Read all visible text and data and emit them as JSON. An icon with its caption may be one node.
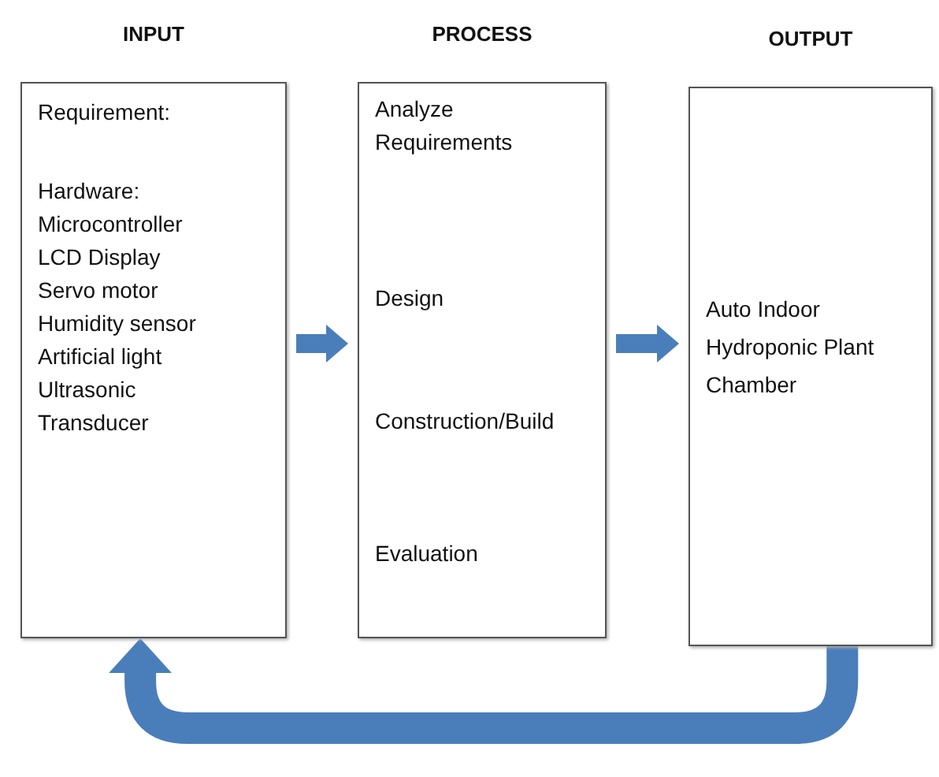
{
  "diagram": {
    "nodes": [
      {
        "text": [
          "INPUT",
          "Requirement:",
          "Hardware:",
          "Microcontroller",
          "LCD Display",
          "Servo motor",
          "Humidity sensor",
          "Artificial light",
          "Ultrasonic",
          "Transducer"
        ]
      },
      {
        "text": [
          "PROCESS",
          "Analyze Requirements",
          "Design",
          "Construction/Build",
          "Evaluation"
        ]
      },
      {
        "text": [
          "OUTPUT",
          "Auto Indoor Hydroponic Plant Chamber"
        ]
      }
    ],
    "edges": [
      {
        "from": 0,
        "to": 1,
        "arrow": "to"
      },
      {
        "from": 1,
        "to": 2,
        "arrow": "to"
      },
      {
        "from": 2,
        "to": 0,
        "arrow": "to"
      }
    ]
  }
}
